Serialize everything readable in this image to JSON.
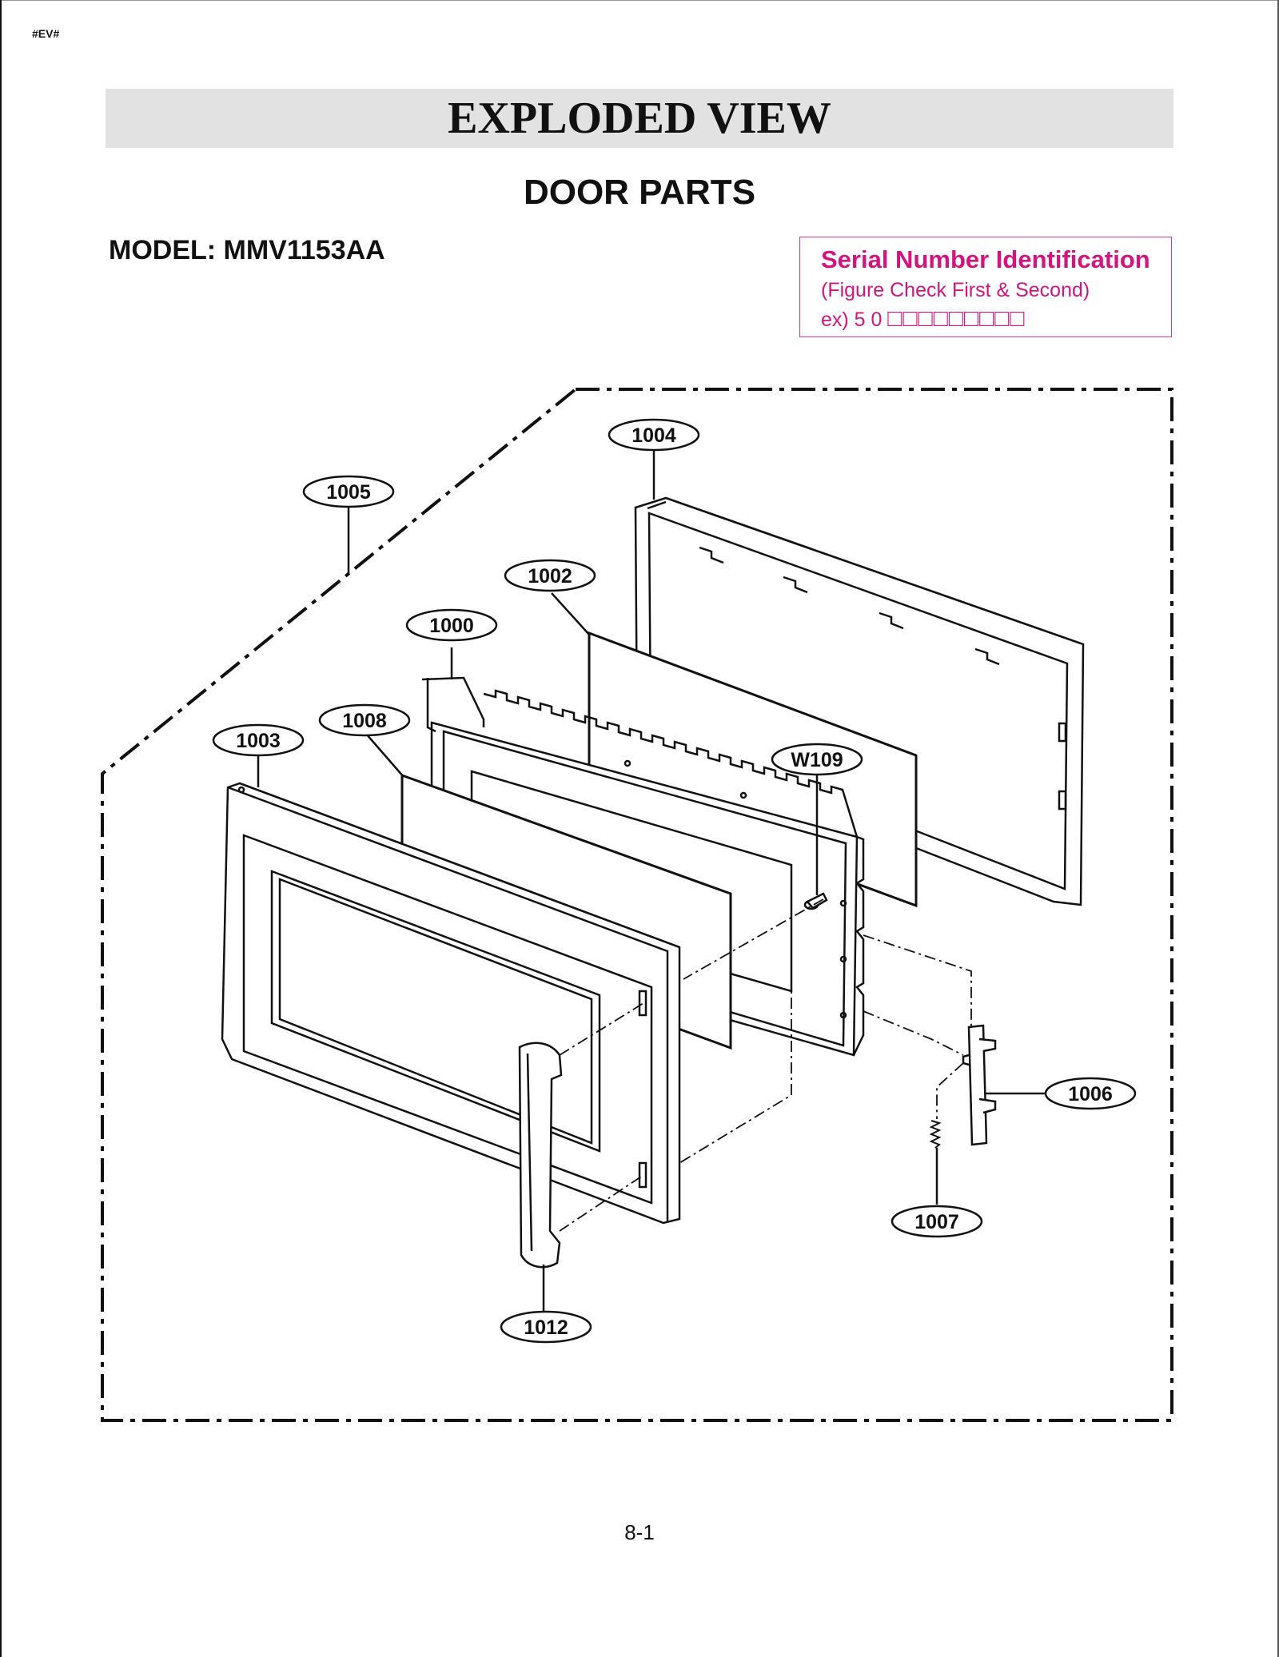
{
  "page": {
    "tag": "#EV#",
    "title": "EXPLODED VIEW",
    "section": "DOOR PARTS",
    "model": "MODEL: MMV1153AA",
    "page_number": "8-1"
  },
  "serial_box": {
    "title": "Serial Number Identification",
    "subtitle": "(Figure Check First & Second)",
    "example_prefix": "ex) 5 0 ",
    "example_boxes": "□□□□□□□□□"
  },
  "callouts": [
    {
      "id": "c1004",
      "label": "1004"
    },
    {
      "id": "c1005",
      "label": "1005"
    },
    {
      "id": "c1002",
      "label": "1002"
    },
    {
      "id": "c1000",
      "label": "1000"
    },
    {
      "id": "c1008",
      "label": "1008"
    },
    {
      "id": "c1003",
      "label": "1003"
    },
    {
      "id": "cW109",
      "label": "W109"
    },
    {
      "id": "c1006",
      "label": "1006"
    },
    {
      "id": "c1007",
      "label": "1007"
    },
    {
      "id": "c1012",
      "label": "1012"
    }
  ],
  "colors": {
    "accent_serial": "#d4147e",
    "title_bar": "#e2e2e2",
    "line": "#111111"
  }
}
